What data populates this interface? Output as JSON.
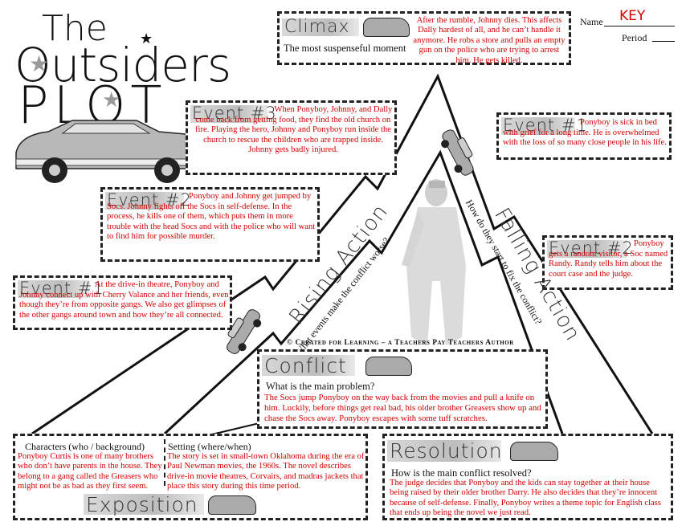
{
  "title": {
    "line1": "The",
    "line2": "Outsiders",
    "line3": "PLOT"
  },
  "name_label": "Name",
  "name_value": "KEY",
  "period_label": "Period",
  "climax": {
    "heading": "Climax",
    "subtitle": "The most suspenseful moment",
    "answer": "After the rumble, Johnny dies. This affects Dally hardest of all, and he can’t handle it anymore. He robs a store and pulls an empty gun on the police who are trying to arrest him. He gets killed."
  },
  "rising_event3": {
    "heading": "Event #3",
    "answer": "When Ponyboy, Johnny, and Dally come back from getting food, they find the old church on fire. Playing the hero, Johnny and Ponyboy run inside the church to rescue the children who are trapped inside. Johnny gets badly injured."
  },
  "rising_event2": {
    "heading": "Event #2",
    "answer": "Ponyboy and Johnny get jumped by Socs. Johnny fights off the Socs in self-defense. In the process, he kills one of them, which puts them in more trouble with the head Socs and with the police who will want to find him for possible murder."
  },
  "rising_event1": {
    "heading": "Event #1",
    "answer": "At the drive-in theatre, Ponyboy and Johnny connect up with Cherry Valance and her friends, even though they’re from opposite gangs. We also get glimpses of the other gangs around town and how they’re all connected."
  },
  "falling_event1": {
    "heading": "Event #1",
    "answer": "Ponyboy is sick in bed with grief for a long time. He is overwhelmed with the loss of so many close people in his life."
  },
  "falling_event2": {
    "heading": "Event #2",
    "answer": "Ponyboy gets a random visitor, a Soc named Randy. Randy tells him about the court case and the judge."
  },
  "rising_action": {
    "label": "Rising Action",
    "question": "What events make the conflict worse?"
  },
  "falling_action": {
    "label": "Falling Action",
    "question": "How do they start to fix the conflict?"
  },
  "credit": "© Created for Learning – a Teachers Pay Teachers Author",
  "conflict": {
    "heading": "Conflict",
    "question": "What is the main problem?",
    "answer": "The Socs jump Ponyboy on the way back from the movies and pull a knife on him. Luckily, before things get real bad, his older brother Greasers show up and chase the Socs away. Ponyboy escapes with some tuff scratches."
  },
  "exposition": {
    "heading": "Exposition",
    "characters_label": "Characters (who / background)",
    "characters_answer": "Ponyboy Curtis is one of many brothers who don’t have parents in the house. They belong to a gang called the Greasers who might not be as bad as they first seem.",
    "setting_label": "Setting (where/when)",
    "setting_answer": "The story is set in small-town Oklahoma during the era of Paul Newman movies, the 1960s. The novel describes drive-in movie theatres, Corvairs, and madras jackets that place this story during this time period."
  },
  "resolution": {
    "heading": "Resolution",
    "question": "How is the main conflict resolved?",
    "answer": "The judge decides that Ponyboy and the kids can stay together at their house being raised by their older brother Darry. He also decides that they’re innocent because of self-defense. Finally, Ponyboy writes a theme topic for English class that ends up being the novel we just read."
  },
  "colors": {
    "answer": "#d10000",
    "text": "#111111",
    "accent_gray": "#bdbdbd"
  }
}
